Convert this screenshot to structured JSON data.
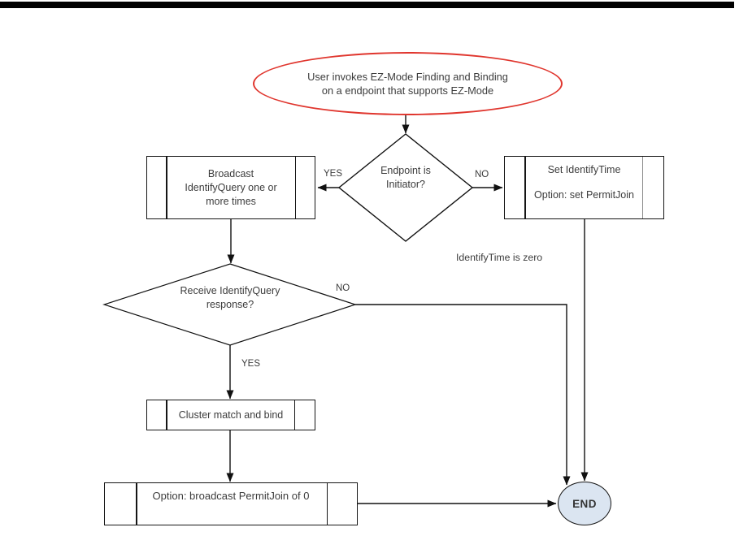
{
  "colors": {
    "start_outline": "#e0362e",
    "end_fill": "#dbe5f1",
    "line": "#111111",
    "text": "#3c3c3c",
    "top_bar": "#000000"
  },
  "nodes": {
    "start": {
      "lines": [
        "User invokes EZ-Mode Finding and Binding",
        "on a endpoint that supports EZ-Mode"
      ]
    },
    "decision_endpoint_initiator": {
      "lines": [
        "Endpoint is",
        "Initiator?"
      ]
    },
    "process_broadcast_identifyquery": {
      "lines": [
        "Broadcast",
        "IdentifyQuery one or",
        "more times"
      ]
    },
    "process_set_identifytime": {
      "lines": [
        "Set IdentifyTime",
        "Option: set PermitJoin"
      ]
    },
    "decision_receive_identifyquery": {
      "lines": [
        "Receive IdentifyQuery",
        "response?"
      ]
    },
    "process_cluster_match": {
      "label": "Cluster match and bind"
    },
    "process_option_permitjoin": {
      "label": "Option: broadcast PermitJoin of 0"
    },
    "end": {
      "label": "END"
    }
  },
  "edge_labels": {
    "initiator_yes": "YES",
    "initiator_no": "NO",
    "receive_no": "NO",
    "receive_yes": "YES",
    "identifytime_zero": "IdentifyTime is zero"
  }
}
